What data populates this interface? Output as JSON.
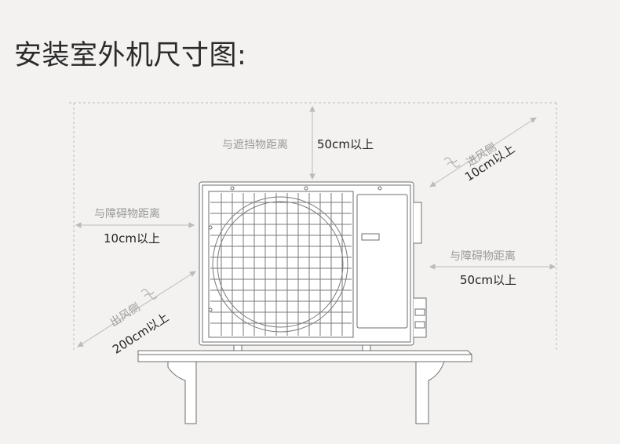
{
  "title": "安装室外机尺寸图:",
  "top": {
    "label": "与遮挡物距离",
    "value": "50cm以上"
  },
  "left": {
    "label": "与障碍物距离",
    "value": "10cm以上"
  },
  "right": {
    "label": "与障碍物距离",
    "value": "50cm以上"
  },
  "intake": {
    "label": "进风侧",
    "value": "10cm以上",
    "icon": "airflow-wave-icon"
  },
  "outlet": {
    "label": "出风侧",
    "value": "200cm以上",
    "icon": "airflow-wave-icon"
  },
  "colors": {
    "line": "#b9b7b3",
    "stroke": "#6e6e6e",
    "fill": "#ffffff",
    "shadow": "#d9d8d6"
  }
}
